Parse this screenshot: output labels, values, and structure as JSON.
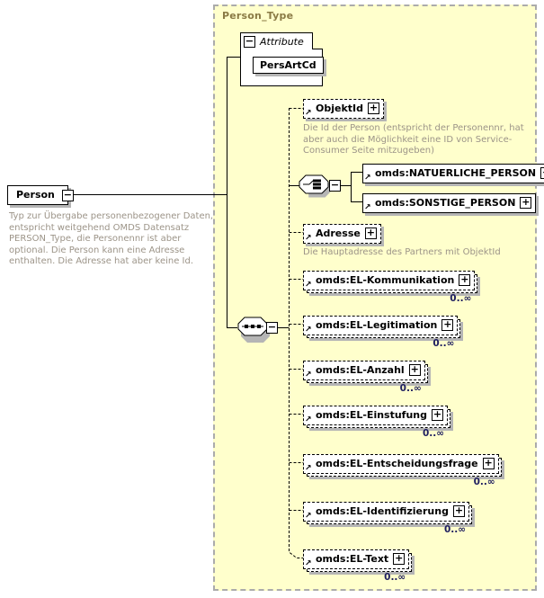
{
  "icons": {
    "expand": "+",
    "collapse": "−",
    "reference": "↗"
  },
  "colors": {
    "panel_bg": "#FFFFCC",
    "panel_title": "#8A7A45",
    "annotation_text": "#9C9488",
    "occurrence_text": "#202060",
    "shadow": "#B5B5B5"
  },
  "panel": {
    "title": "Person_Type"
  },
  "root": {
    "label": "Person",
    "annotation": "Typ zur Übergabe personenbezogener Daten, entspricht weitgehend OMDS Datensatz PERSON_Type, die Personennr ist aber optional. Die Person kann eine Adresse enthalten. Die Adresse hat aber keine Id."
  },
  "attributes": {
    "label": "Attribute",
    "items": [
      {
        "name": "PersArtCd"
      }
    ]
  },
  "children": [
    {
      "label": "ObjektId",
      "annotation": "Die Id der Person (entspricht der Personennr, hat aber auch die Möglichkeit eine ID von Service-Consumer Seite mitzugeben)"
    },
    {
      "label": "omds:NATUERLICHE_PERSON"
    },
    {
      "label": "omds:SONSTIGE_PERSON"
    },
    {
      "label": "Adresse",
      "annotation": "Die Hauptadresse des Partners mit ObjektId"
    },
    {
      "label": "omds:EL-Kommunikation",
      "occurrence": "0..∞"
    },
    {
      "label": "omds:EL-Legitimation",
      "occurrence": "0..∞"
    },
    {
      "label": "omds:EL-Anzahl",
      "occurrence": "0..∞"
    },
    {
      "label": "omds:EL-Einstufung",
      "occurrence": "0..∞"
    },
    {
      "label": "omds:EL-Entscheidungsfrage",
      "occurrence": "0..∞"
    },
    {
      "label": "omds:EL-Identifizierung",
      "occurrence": "0..∞"
    },
    {
      "label": "omds:EL-Text",
      "occurrence": "0..∞"
    }
  ]
}
